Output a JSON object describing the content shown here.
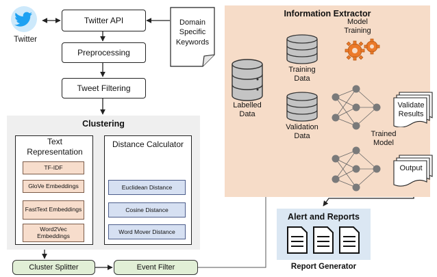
{
  "left": {
    "twitter_label": "Twitter",
    "twitter_api": "Twitter API",
    "domain_keywords": "Domain Specific Keywords",
    "preprocessing": "Preprocessing",
    "tweet_filtering": "Tweet Filtering"
  },
  "clustering": {
    "title": "Clustering",
    "text_rep_title": "Text Representation",
    "text_rep_items": [
      "TF-IDF",
      "GloVe Embeddings",
      "FastText Embeddings",
      "Word2Vec Embeddings"
    ],
    "distance_title": "Distance Calculator",
    "distance_items": [
      "Euclidean Distance",
      "Cosine Distance",
      "Word Mover Distance"
    ]
  },
  "bottom": {
    "cluster_splitter": "Cluster Splitter",
    "event_filter": "Event Filter"
  },
  "extractor": {
    "title": "Information Extractor",
    "labelled_data": "Labelled Data",
    "training_data": "Training Data",
    "validation_data": "Validation Data",
    "model_training": "Model Training",
    "trained_model": "Trained Model",
    "validate_results": "Validate Results",
    "output": "Output"
  },
  "alerts": {
    "title": "Alert and Reports",
    "report_generator": "Report Generator"
  },
  "colors": {
    "extractor_bg": "#f6dcc8",
    "clustering_bg": "#efefef",
    "alerts_bg": "#dbe7f3",
    "text_rep_item": "#f7ddcc",
    "distance_item": "#d6e0f2",
    "green_box": "#e1efd6",
    "twitter_blue": "#1da1f2",
    "gear_orange": "#ec7a2a"
  },
  "icons": [
    "twitter-bird-icon",
    "database-icon",
    "gear-icon",
    "neural-network-icon",
    "document-icon",
    "report-icon"
  ]
}
